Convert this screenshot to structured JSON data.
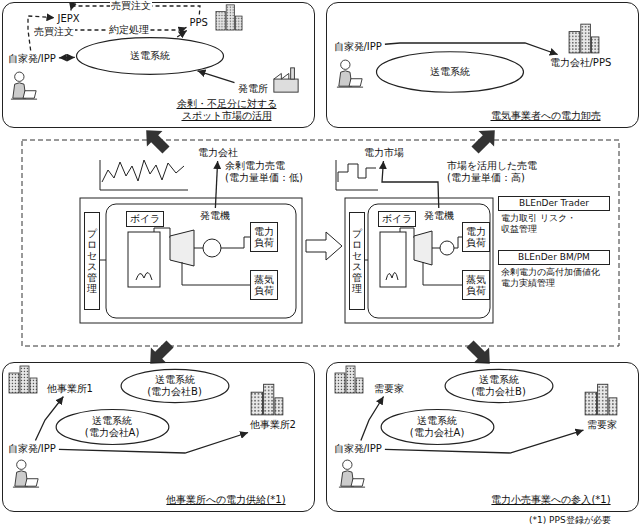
{
  "diagram": {
    "nodes": [
      {
        "text": [
          "余剰・不足分に対する スポット市場の活用"
        ]
      },
      {
        "text": [
          "JEPX"
        ],
        "in": 0
      },
      {
        "text": [
          "PPS"
        ],
        "in": 0
      },
      {
        "text": [
          "送電系統"
        ],
        "in": 0
      },
      {
        "text": [
          "自家発/IPP"
        ],
        "in": 0
      },
      {
        "text": [
          "発電所"
        ],
        "in": 0
      },
      {
        "text": [
          "電気事業者への電力卸売"
        ]
      },
      {
        "text": [
          "自家発/IPP"
        ],
        "in": 6
      },
      {
        "text": [
          "送電系統"
        ],
        "in": 6
      },
      {
        "text": [
          "電力会社/PPS"
        ],
        "in": 6
      },
      {
        "text": [
          "電力会社"
        ]
      },
      {
        "text": [
          "プロセス管理"
        ]
      },
      {
        "text": [
          "ボイラ"
        ]
      },
      {
        "text": [
          "発電機"
        ]
      },
      {
        "text": [
          "電力負荷"
        ]
      },
      {
        "text": [
          "蒸気負荷"
        ]
      },
      {
        "text": [
          "電力市場"
        ]
      },
      {
        "text": [
          "プロセス管理"
        ]
      },
      {
        "text": [
          "ボイラ"
        ]
      },
      {
        "text": [
          "発電機"
        ]
      },
      {
        "text": [
          "電力負荷"
        ]
      },
      {
        "text": [
          "蒸気負荷"
        ]
      },
      {
        "text": [
          "BLEnDer Trader",
          "電力取引 リスク・収益管理"
        ]
      },
      {
        "text": [
          "BLEnDer BM/PM",
          "余剰電力の高付加価値化 電力実績管理"
        ]
      },
      {
        "text": [
          "他事業所への電力供給(*1)"
        ]
      },
      {
        "text": [
          "送電系統 (電力会社B)"
        ],
        "in": 24
      },
      {
        "text": [
          "他事業所1"
        ],
        "in": 24
      },
      {
        "text": [
          "送電系統 (電力会社A)"
        ],
        "in": 24
      },
      {
        "text": [
          "他事業所2"
        ],
        "in": 24
      },
      {
        "text": [
          "自家発/IPP"
        ],
        "in": 24
      },
      {
        "text": [
          "電力小売事業への参入(*1)"
        ]
      },
      {
        "text": [
          "送電系統 (電力会社B)"
        ],
        "in": 30
      },
      {
        "text": [
          "需要家"
        ],
        "in": 30
      },
      {
        "text": [
          "送電系統 (電力会社A)"
        ],
        "in": 30
      },
      {
        "text": [
          "需要家"
        ],
        "in": 30
      },
      {
        "text": [
          "自家発/IPP"
        ],
        "in": 30
      }
    ],
    "edges": [
      {
        "from": 4,
        "to": 1,
        "label": "売買注文",
        "arrow": "to"
      },
      {
        "from": 2,
        "to": 1,
        "label": "売買注文",
        "arrow": "to"
      },
      {
        "from": 1,
        "to": 2,
        "label": "約定処理",
        "arrow": "to"
      },
      {
        "from": 3,
        "to": 2,
        "arrow": "to"
      },
      {
        "from": 4,
        "to": 3,
        "arrow": "both"
      },
      {
        "from": 5,
        "to": 3,
        "arrow": "to"
      },
      {
        "from": 7,
        "to": 9,
        "arrow": "to"
      },
      {
        "from": 13,
        "to": 10,
        "label": "余剰電力売電 (電力量単価：低)",
        "arrow": "to"
      },
      {
        "from": 19,
        "to": 16,
        "label": "市場を活用した売電 (電力量単価：高)",
        "arrow": "to"
      },
      {
        "from": 29,
        "to": 26,
        "arrow": "to"
      },
      {
        "from": 29,
        "to": 28,
        "arrow": "to"
      },
      {
        "from": 35,
        "to": 32,
        "arrow": "to"
      },
      {
        "from": 35,
        "to": 34,
        "arrow": "to"
      }
    ],
    "labels": [
      "(*1) PPS登録が必要"
    ]
  }
}
